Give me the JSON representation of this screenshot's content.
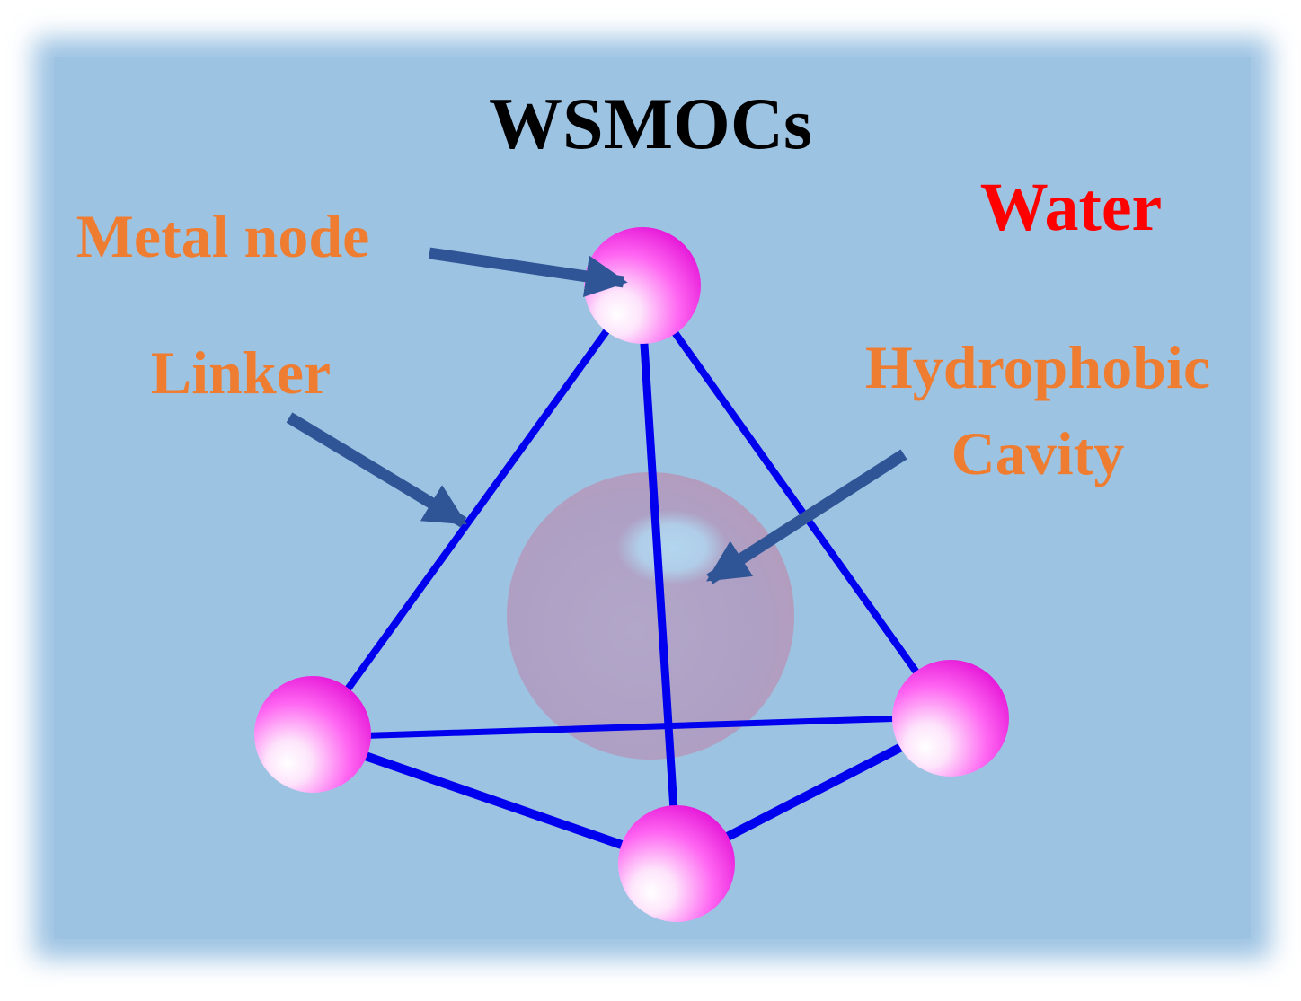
{
  "title": "WSMOCs",
  "labels": {
    "water": "Water",
    "metal_node": "Metal node",
    "linker": "Linker",
    "cavity_line1": "Hydrophobic",
    "cavity_line2": "Cavity"
  },
  "colors": {
    "background": "#9dc3e3",
    "title": "#000000",
    "water": "#ff0000",
    "annotation": "#ee7d31",
    "arrow": "#2f5597",
    "linker": "#0000ee",
    "node": "#ff33ff",
    "cavity": "#b39dc2"
  }
}
